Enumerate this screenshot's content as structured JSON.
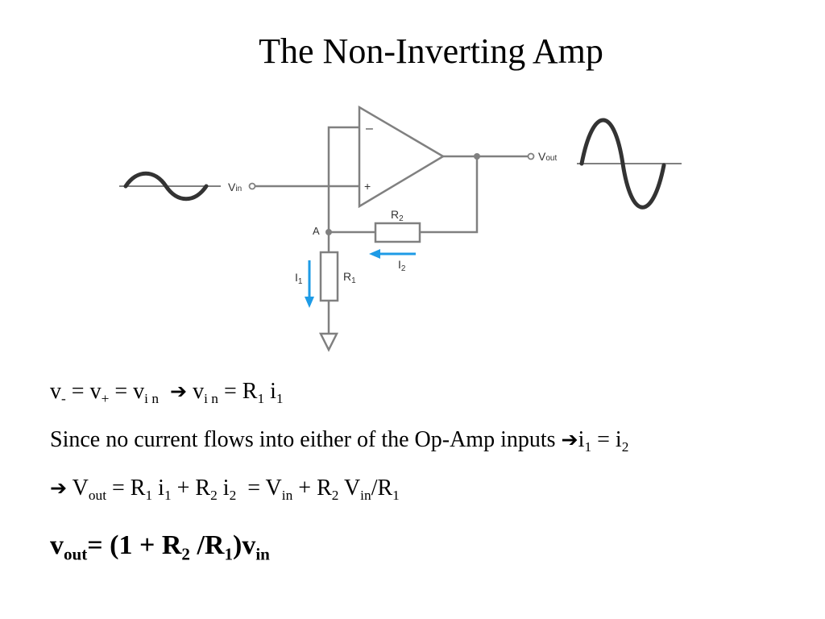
{
  "title": "The Non-Inverting Amp",
  "circuit": {
    "labels": {
      "minus": "–",
      "plus": "+",
      "vin": "V",
      "vin_sub": "in",
      "vout": "V",
      "vout_sub": "out",
      "node_a": "A",
      "r2": "R",
      "r2_sub": "2",
      "r1": "R",
      "r1_sub": "1",
      "i1": "I",
      "i1_sub": "1",
      "i2": "I",
      "i2_sub": "2"
    },
    "colors": {
      "wire": "#808080",
      "current_arrow": "#1e9be6",
      "waveform": "#333333"
    }
  },
  "equations": {
    "line1": {
      "v": "v",
      "sub_minus": "-",
      "eq1": " = v",
      "sub_plus": "+",
      "eq2": " = v",
      "sub_in_a": "i n",
      "arrow": "➔",
      "v2": " v",
      "sub_in_b": "i n",
      "eq3": " = R",
      "sub_1a": "1",
      "i": " i",
      "sub_1b": "1"
    },
    "line2": {
      "text": "Since no current flows into either of the Op-Amp inputs ",
      "arrow": "➔",
      "i1": "i",
      "sub_1": "1",
      "eq": " = i",
      "sub_2": "2"
    },
    "line3": {
      "arrow": "➔",
      "v": " V",
      "sub_out": "out",
      "t1": " = R",
      "sub_1a": "1",
      "t2": " i",
      "sub_1b": "1",
      "t3": " + R",
      "sub_2a": "2",
      "t4": " i",
      "sub_2b": "2",
      "t5": "  = V",
      "sub_in_a": "in",
      "t6": " + R",
      "sub_2c": "2",
      "t7": " V",
      "sub_in_b": "in",
      "t8": "/R",
      "sub_1c": "1"
    },
    "line4": {
      "v": "v",
      "sub_out": "out",
      "t1": "= (1 + R",
      "sub_2": "2",
      "t2": " /R",
      "sub_1": "1",
      "t3": ")v",
      "sub_in": "in"
    }
  }
}
